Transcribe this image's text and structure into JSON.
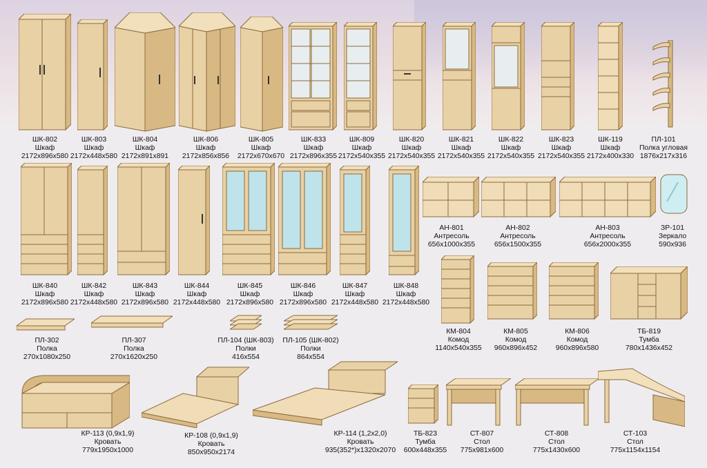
{
  "colors": {
    "wood": "#e9d1a6",
    "wood_side": "#d8b983",
    "wood_dark": "#c9a56e",
    "glass": "#bfe3ea",
    "outline": "#8a6a3c",
    "background": "#efecef"
  },
  "row1": [
    {
      "code": "ШК-802",
      "name": "Шкаф",
      "size": "2172x896x580"
    },
    {
      "code": "ШК-803",
      "name": "Шкаф",
      "size": "2172x448x580"
    },
    {
      "code": "ШК-804",
      "name": "Шкаф",
      "size": "2172x891x891"
    },
    {
      "code": "ШК-806",
      "name": "Шкаф",
      "size": "2172x856x856"
    },
    {
      "code": "ШК-805",
      "name": "Шкаф",
      "size": "2172x670x670"
    },
    {
      "code": "ШК-833",
      "name": "Шкаф",
      "size": "2172x896x355"
    },
    {
      "code": "ШК-809",
      "name": "Шкаф",
      "size": "2172x540x355"
    },
    {
      "code": "ШК-820",
      "name": "Шкаф",
      "size": "2172x540x355"
    },
    {
      "code": "ШК-821",
      "name": "Шкаф",
      "size": "2172x540x355"
    },
    {
      "code": "ШК-822",
      "name": "Шкаф",
      "size": "2172x540x355"
    },
    {
      "code": "ШК-823",
      "name": "Шкаф",
      "size": "2172x540x355"
    },
    {
      "code": "ШК-119",
      "name": "Шкаф",
      "size": "2172x400x330"
    },
    {
      "code": "ПЛ-101",
      "name": "Полка угловая",
      "size": "1876x217x316"
    }
  ],
  "row2": [
    {
      "code": "ШК-840",
      "name": "Шкаф",
      "size": "2172x896x580"
    },
    {
      "code": "ШК-842",
      "name": "Шкаф",
      "size": "2172x448x580"
    },
    {
      "code": "ШК-843",
      "name": "Шкаф",
      "size": "2172x896x580"
    },
    {
      "code": "ШК-844",
      "name": "Шкаф",
      "size": "2172x448x580"
    },
    {
      "code": "ШК-845",
      "name": "Шкаф",
      "size": "2172x896x580"
    },
    {
      "code": "ШК-846",
      "name": "Шкаф",
      "size": "2172x896x580"
    },
    {
      "code": "ШК-847",
      "name": "Шкаф",
      "size": "2172x448x580"
    },
    {
      "code": "ШК-848",
      "name": "Шкаф",
      "size": "2172x448x580"
    }
  ],
  "mezzanines": [
    {
      "code": "АН-801",
      "name": "Антресоль",
      "size": "656x1000x355"
    },
    {
      "code": "АН-802",
      "name": "Антресоль",
      "size": "656x1500x355"
    },
    {
      "code": "АН-803",
      "name": "Антресоль",
      "size": "656x2000x355"
    },
    {
      "code": "ЗР-101",
      "name": "Зеркало",
      "size": "590x936"
    }
  ],
  "shelves": [
    {
      "code": "ПЛ-302",
      "name": "Полка",
      "size": "270x1080x250"
    },
    {
      "code": "ПЛ-307",
      "name": "Полка",
      "size": "270x1620x250"
    },
    {
      "code": "ПЛ-104 (ШК-803)",
      "name": "Полки",
      "size": "416x554"
    },
    {
      "code": "ПЛ-105 (ШК-802)",
      "name": "Полки",
      "size": "864x554"
    }
  ],
  "dressers": [
    {
      "code": "КМ-804",
      "name": "Комод",
      "size": "1140x540x355"
    },
    {
      "code": "КМ-805",
      "name": "Комод",
      "size": "960x896x452"
    },
    {
      "code": "КМ-806",
      "name": "Комод",
      "size": "960x896x580"
    },
    {
      "code": "ТБ-819",
      "name": "Тумба",
      "size": "780x1436x452"
    }
  ],
  "bottom": [
    {
      "code": "КР-113 (0,9х1,9)",
      "name": "Кровать",
      "size": "779x1950x1000"
    },
    {
      "code": "КР-108 (0,9х1,9)",
      "name": "Кровать",
      "size": "850x950x2174"
    },
    {
      "code": "КР-114 (1,2х2,0)",
      "name": "Кровать",
      "size": "935(352*)x1320x2070"
    },
    {
      "code": "ТБ-823",
      "name": "Тумба",
      "size": "600x448x355"
    },
    {
      "code": "СТ-807",
      "name": "Стол",
      "size": "775x981x600"
    },
    {
      "code": "СТ-808",
      "name": "Стол",
      "size": "775x1430x600"
    },
    {
      "code": "СТ-103",
      "name": "Стол",
      "size": "775x1154x1154"
    }
  ]
}
